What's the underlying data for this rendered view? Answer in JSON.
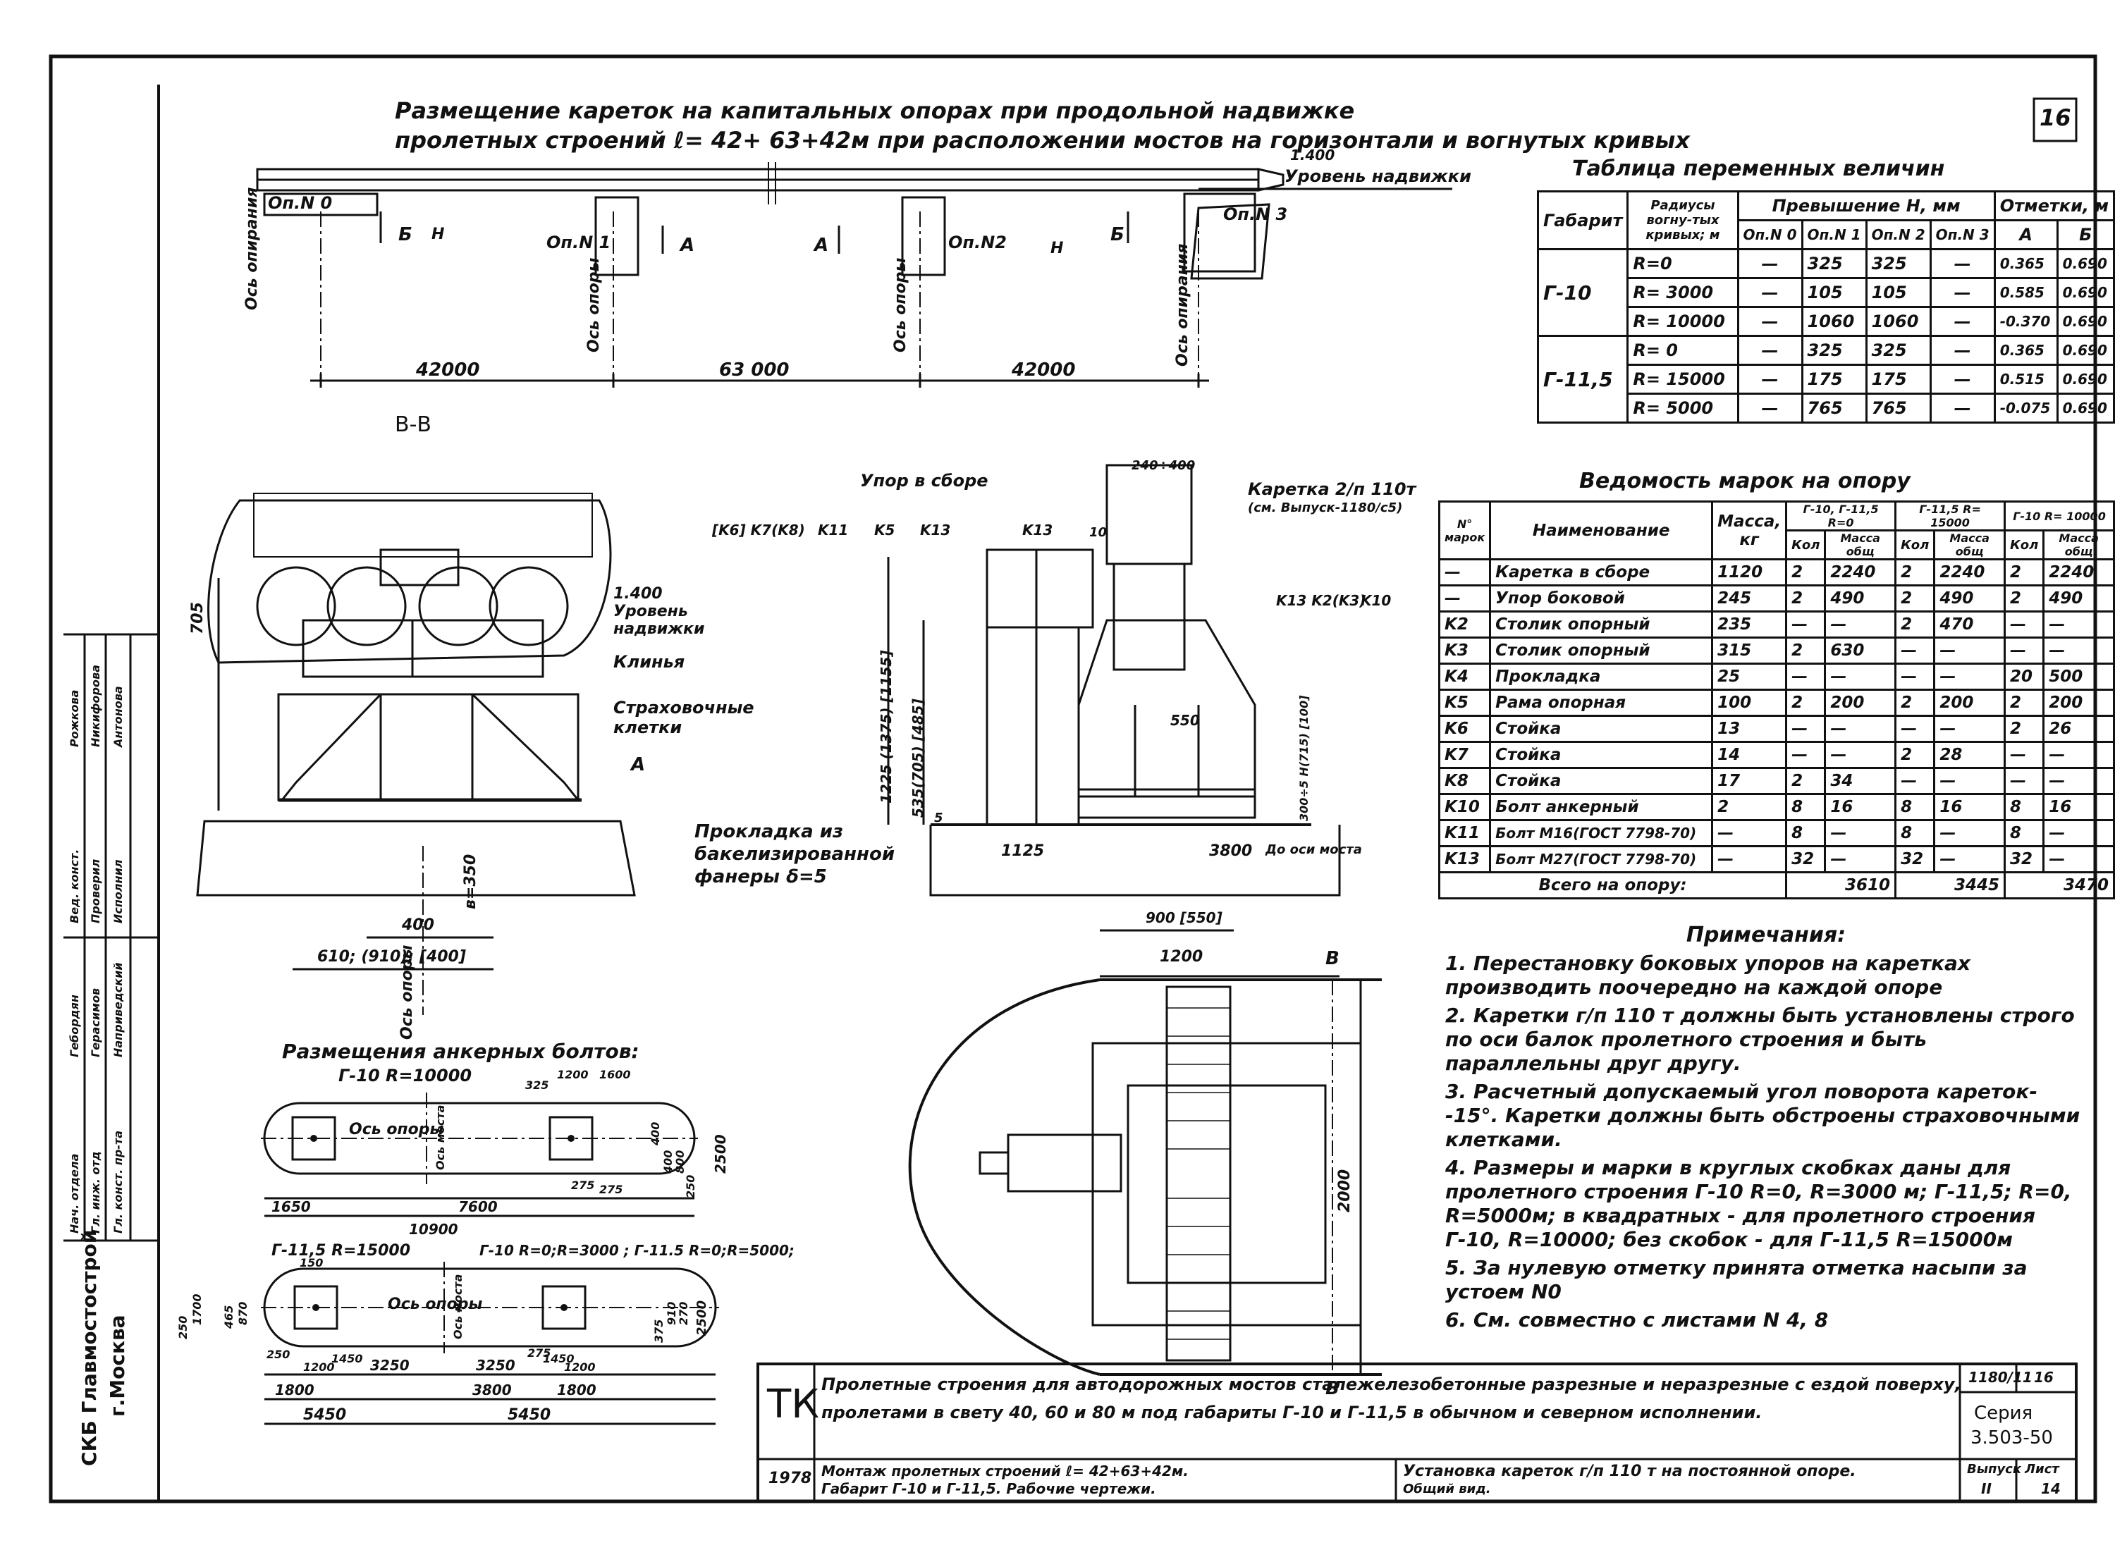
{
  "sheet_number": "16",
  "main_title_line1": "Размещение кареток на капитальных опорах при продольной надвижке",
  "main_title_line2": "пролетных строений",
  "main_title_formula": "ℓ= 42+ 63+42м",
  "main_title_line2_rest": "при расположении мостов на горизонтали и вогнутых кривых",
  "elevation": {
    "level_value": "1.400",
    "level_label": "Уровень надвижки",
    "supports": [
      "Оп.N 0",
      "Оп.N 1",
      "Оп.N2",
      "Оп.N 3"
    ],
    "axis_support_left": "Ось опирания",
    "axis_support": "Ось опоры",
    "axis_support_right": "Ось опирания",
    "spans": [
      "42000",
      "63 000",
      "42000"
    ],
    "section_marks": [
      "Б",
      "А",
      "А",
      "Б"
    ],
    "h_label": "Н"
  },
  "section_bb": {
    "title": "В-В",
    "level": "1.400 Уровень надвижки",
    "wedges": "Клинья",
    "safety_cages": "Страховочные клетки",
    "dim_705": "705",
    "dim_b350": "в=350",
    "dim_400": "400",
    "dim_610": "610; (910); [400]",
    "axis": "Ось опоры",
    "mark_a": "А"
  },
  "detail": {
    "stop_assembly": "Упор в сборе",
    "carriage": "Каретка 2/п 110т",
    "carriage_ref": "(см. Выпуск-1180/с5)",
    "marks_left": "[K6] K7(K8)",
    "k11": "K11",
    "k5": "K5",
    "k13_a": "K13",
    "k13_b": "K13",
    "marks_right": "K13 K2(K3)",
    "k10": "K10",
    "dim_top": "240÷400",
    "dim_10": "10",
    "dim_550": "550",
    "dim_1225": "1225 (1375) [1155]",
    "dim_535": "535(705) [485]",
    "dim_5": "5",
    "dim_300": "300÷5 Н(715) [100]",
    "dim_1125": "1125",
    "dim_3800": "3800",
    "to_axis": "До оси моста",
    "dim_900": "900 [550]",
    "pad": "Прокладка из",
    "pad2": "бакелизированной",
    "pad3": "фанеры δ=5"
  },
  "plan": {
    "dim_1200": "1200",
    "dim_2000": "2000",
    "section_mark": "В"
  },
  "anchors": {
    "title": "Размещения анкерных болтов:",
    "g10_label": "Г-10 R=10000",
    "g10_axis": "Ось опоры",
    "g10_axis_bridge": "Ось моста",
    "g10_dims_top": [
      "325",
      "1200",
      "1600"
    ],
    "g10_dims_right": [
      "400",
      "400",
      "800",
      "250",
      "2500"
    ],
    "g10_dims_small": [
      "275",
      "275"
    ],
    "g10_dims_bottom": [
      "1650",
      "7600",
      "10900"
    ],
    "g115_label": "Г-11,5 R=15000",
    "g_other_label": "Г-10 R=0;R=3000 ; Г-11.5 R=0;R=5000;",
    "g115_dim_150": "150",
    "g115_axis": "Ось опоры",
    "g115_axis_bridge": "Ось моста",
    "g115_left_dims": [
      "250",
      "1700",
      "465",
      "870"
    ],
    "g115_right_dims": [
      "375",
      "910",
      "270",
      "2500"
    ],
    "g115_bottom1": [
      "1200",
      "1450",
      "3250",
      "3250",
      "1450",
      "1200"
    ],
    "g115_bottom2": [
      "1800",
      "3800",
      "1800"
    ],
    "g115_bottom3": [
      "5450",
      "5450"
    ],
    "g115_250": "250",
    "g115_275": "275"
  },
  "var_table": {
    "title": "Таблица переменных величин",
    "headers": [
      "Габарит",
      "Радиусы вогну-тых кривых; м",
      "Превышение Н, мм",
      "Отметки, м"
    ],
    "subheaders": [
      "Оп.N 0",
      "Оп.N 1",
      "Оп.N 2",
      "Оп.N 3",
      "А",
      "Б"
    ],
    "rows": [
      {
        "gabarit": "Г-10",
        "r": "R=0",
        "p0": "—",
        "p1": "325",
        "p2": "325",
        "p3": "—",
        "a": "0.365",
        "b": "0.690"
      },
      {
        "gabarit": "",
        "r": "R= 3000",
        "p0": "—",
        "p1": "105",
        "p2": "105",
        "p3": "—",
        "a": "0.585",
        "b": "0.690"
      },
      {
        "gabarit": "",
        "r": "R= 10000",
        "p0": "—",
        "p1": "1060",
        "p2": "1060",
        "p3": "—",
        "a": "-0.370",
        "b": "0.690"
      },
      {
        "gabarit": "Г-11,5",
        "r": "R= 0",
        "p0": "—",
        "p1": "325",
        "p2": "325",
        "p3": "—",
        "a": "0.365",
        "b": "0.690"
      },
      {
        "gabarit": "",
        "r": "R= 15000",
        "p0": "—",
        "p1": "175",
        "p2": "175",
        "p3": "—",
        "a": "0.515",
        "b": "0.690"
      },
      {
        "gabarit": "",
        "r": "R= 5000",
        "p0": "—",
        "p1": "765",
        "p2": "765",
        "p3": "—",
        "a": "-0.075",
        "b": "0.690"
      }
    ]
  },
  "marks_table": {
    "title": "Ведомость марок на опору",
    "headers": [
      "N° марок",
      "Наименование",
      "Масса, кг",
      "Г-10, Г-11,5 R=0",
      "Г-11,5 R= 15000",
      "Г-10 R= 10000"
    ],
    "subheaders": [
      "Кол",
      "Масса общ",
      "Кол",
      "Масса общ",
      "Кол",
      "Масса общ"
    ],
    "rows": [
      {
        "mark": "—",
        "name": "Каретка в сборе",
        "mass": "1120",
        "c1": "2",
        "m1": "2240",
        "c2": "2",
        "m2": "2240",
        "c3": "2",
        "m3": "2240"
      },
      {
        "mark": "—",
        "name": "Упор боковой",
        "mass": "245",
        "c1": "2",
        "m1": "490",
        "c2": "2",
        "m2": "490",
        "c3": "2",
        "m3": "490"
      },
      {
        "mark": "K2",
        "name": "Столик опорный",
        "mass": "235",
        "c1": "—",
        "m1": "—",
        "c2": "2",
        "m2": "470",
        "c3": "—",
        "m3": "—"
      },
      {
        "mark": "K3",
        "name": "Столик опорный",
        "mass": "315",
        "c1": "2",
        "m1": "630",
        "c2": "—",
        "m2": "—",
        "c3": "—",
        "m3": "—"
      },
      {
        "mark": "K4",
        "name": "Прокладка",
        "mass": "25",
        "c1": "—",
        "m1": "—",
        "c2": "—",
        "m2": "—",
        "c3": "20",
        "m3": "500"
      },
      {
        "mark": "K5",
        "name": "Рама опорная",
        "mass": "100",
        "c1": "2",
        "m1": "200",
        "c2": "2",
        "m2": "200",
        "c3": "2",
        "m3": "200"
      },
      {
        "mark": "K6",
        "name": "Стойка",
        "mass": "13",
        "c1": "—",
        "m1": "—",
        "c2": "—",
        "m2": "—",
        "c3": "2",
        "m3": "26"
      },
      {
        "mark": "K7",
        "name": "Стойка",
        "mass": "14",
        "c1": "—",
        "m1": "—",
        "c2": "2",
        "m2": "28",
        "c3": "—",
        "m3": "—"
      },
      {
        "mark": "K8",
        "name": "Стойка",
        "mass": "17",
        "c1": "2",
        "m1": "34",
        "c2": "—",
        "m2": "—",
        "c3": "—",
        "m3": "—"
      },
      {
        "mark": "K10",
        "name": "Болт анкерный",
        "mass": "2",
        "c1": "8",
        "m1": "16",
        "c2": "8",
        "m2": "16",
        "c3": "8",
        "m3": "16"
      },
      {
        "mark": "K11",
        "name": "Болт М16(ГОСТ 7798-70)",
        "mass": "—",
        "c1": "8",
        "m1": "—",
        "c2": "8",
        "m2": "—",
        "c3": "8",
        "m3": "—"
      },
      {
        "mark": "K13",
        "name": "Болт М27(ГОСТ 7798-70)",
        "mass": "—",
        "c1": "32",
        "m1": "—",
        "c2": "32",
        "m2": "—",
        "c3": "32",
        "m3": "—"
      }
    ],
    "total_label": "Всего на опору:",
    "totals": [
      "3610",
      "3445",
      "3470"
    ]
  },
  "notes": {
    "title": "Примечания:",
    "items": [
      "1. Перестановку боковых упоров на каретках производить поочередно на каждой опоре",
      "2. Каретки г/п 110 т должны быть установлены строго по оси балок пролетного строения и быть параллельны друг другу.",
      "3. Расчетный допускаемый угол поворота кареток- -15°. Каретки должны быть обстроены страховочными клетками.",
      "4. Размеры и марки в круглых скобках даны для пролетного строения Г-10 R=0, R=3000 м; Г-11,5; R=0, R=5000м; в квадратных - для пролетного строения Г-10, R=10000; без скобок - для Г-11,5 R=15000м",
      "5. За нулевую отметку принята отметка насыпи за устоем N0",
      "6. См. совместно с листами N 4, 8"
    ]
  },
  "side_stamp": {
    "org": "СКБ Главмостострой",
    "city": "г.Москва",
    "roles": [
      "Нач. отдела",
      "Гл. инж. отд",
      "Гл. конст. пр-та",
      "Вед. конст.",
      "Проверил",
      "Исполнил"
    ],
    "names": [
      "Гебордян",
      "Герасимов",
      "Наприведский",
      "Рожкова",
      "Никифорова",
      "Антонова"
    ]
  },
  "title_block": {
    "tk": "ТК",
    "desc1": "Пролетные строения для автодорожных мостов сталежелезобетонные разрезные и неразрезные с ездой поверху,",
    "desc2": "пролетами в свету 40, 60 и 80 м под габариты Г-10 и Г-11,5 в обычном и северном исполнении.",
    "code": "1180/11",
    "code_sheet": "16",
    "series_label": "Серия",
    "series": "3.503-50",
    "year": "1978",
    "work1": "Монтаж пролетных строений ℓ= 42+63+42м.",
    "work2": "Габарит Г-10 и Г-11,5. Рабочие чертежи.",
    "sheet_title1": "Установка кареток г/п 110 т на постоянной опоре.",
    "sheet_title2": "Общий вид.",
    "issue_label": "Выпуск",
    "issue": "II",
    "list_label": "Лист",
    "list": "14"
  }
}
